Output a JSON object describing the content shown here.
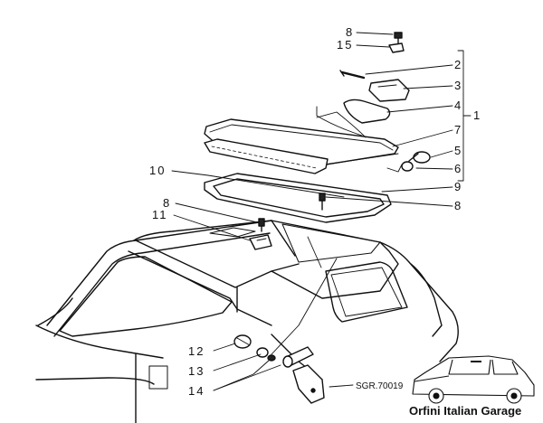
{
  "diagram": {
    "callouts": {
      "c1": "1",
      "c2": "2",
      "c3": "3",
      "c4": "4",
      "c5": "5",
      "c6": "6",
      "c7": "7",
      "c8_top": "8",
      "c8_mid": "8",
      "c8_left": "8",
      "c9": "9",
      "c10": "10",
      "c11": "11",
      "c12": "12",
      "c13": "13",
      "c14": "14",
      "c15": "15"
    },
    "reference_code": "SGR.70019",
    "brand": "Orfini Italian Garage"
  },
  "colors": {
    "ink": "#111111",
    "background": "#ffffff"
  }
}
